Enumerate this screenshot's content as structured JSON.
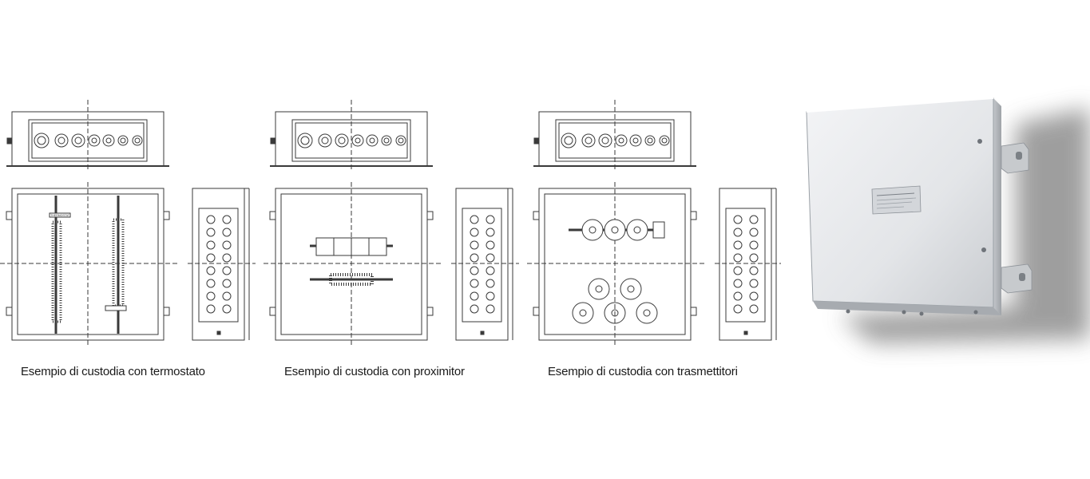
{
  "captions": {
    "thermostat": "Esempio di custodia con termostato",
    "proximitor": "Esempio di custodia con proximitor",
    "transmitters": "Esempio di custodia con trasmettitori"
  },
  "labels": {
    "thermostat_label": "THERMOSTAT"
  },
  "colors": {
    "line": "#3a3a3a",
    "steel_light": "#eef0f2",
    "steel_dark": "#b9bdc2",
    "shadow": "#9a9a9a"
  }
}
